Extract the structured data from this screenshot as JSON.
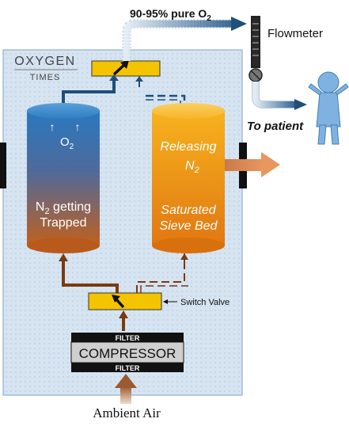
{
  "header": {
    "purity_prefix": "90-95% pure O",
    "purity_sub": "2",
    "flowmeter": "Flowmeter",
    "to_patient": "To patient"
  },
  "logo": {
    "line1": "OXYGEN",
    "line2": "TIMES"
  },
  "left_cylinder": {
    "o2_label": "O",
    "o2_sub": "2",
    "trap_prefix": "N",
    "trap_sub": "2",
    "trap_suffix": " getting",
    "trap_line2": "Trapped"
  },
  "right_cylinder": {
    "line1": "Releasing",
    "n2_label": "N",
    "n2_sub": "2",
    "line3": "Saturated",
    "line4": "Sieve Bed"
  },
  "switch_valve": "Switch Valve",
  "compressor": {
    "filter_top": "FILTER",
    "label": "COMPRESSOR",
    "filter_bottom": "FILTER"
  },
  "ambient_air": "Ambient Air",
  "colors": {
    "panel": "#dce9f5",
    "valve": "#f5c400",
    "oxygen_pipe": "#1f4f7a",
    "air_pipe": "#7a3a10",
    "exhaust": "#d98b55",
    "patient": "#7fb2e0"
  }
}
